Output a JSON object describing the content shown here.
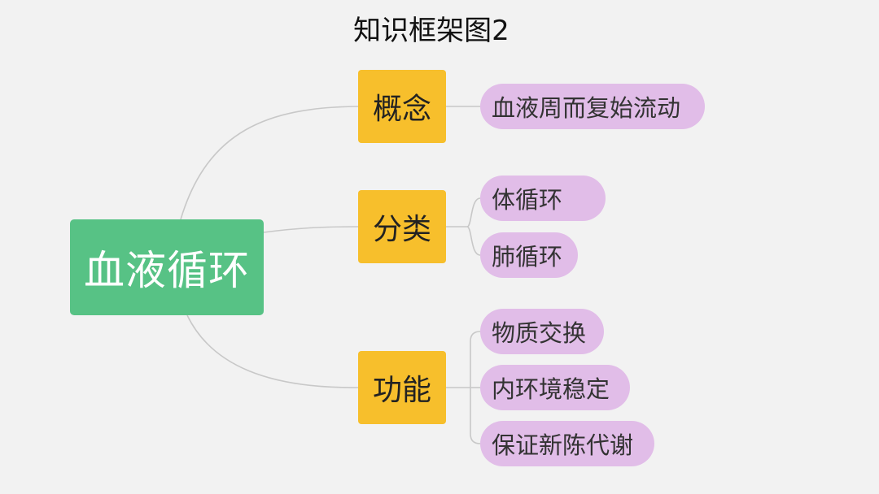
{
  "title": "知识框架图2",
  "root": {
    "label": "血液循环"
  },
  "branches": [
    {
      "label": "概念",
      "leaves": [
        "血液周而复始流动"
      ]
    },
    {
      "label": "分类",
      "leaves": [
        "体循环",
        "肺循环"
      ]
    },
    {
      "label": "功能",
      "leaves": [
        "物质交换",
        "内环境稳定",
        "保证新陈代谢"
      ]
    }
  ],
  "colors": {
    "background": "#f2f2f2",
    "root": "#57c285",
    "branch": "#f7bf2c",
    "leaf": "#e1bde8",
    "connector": "#c8c8c8"
  }
}
